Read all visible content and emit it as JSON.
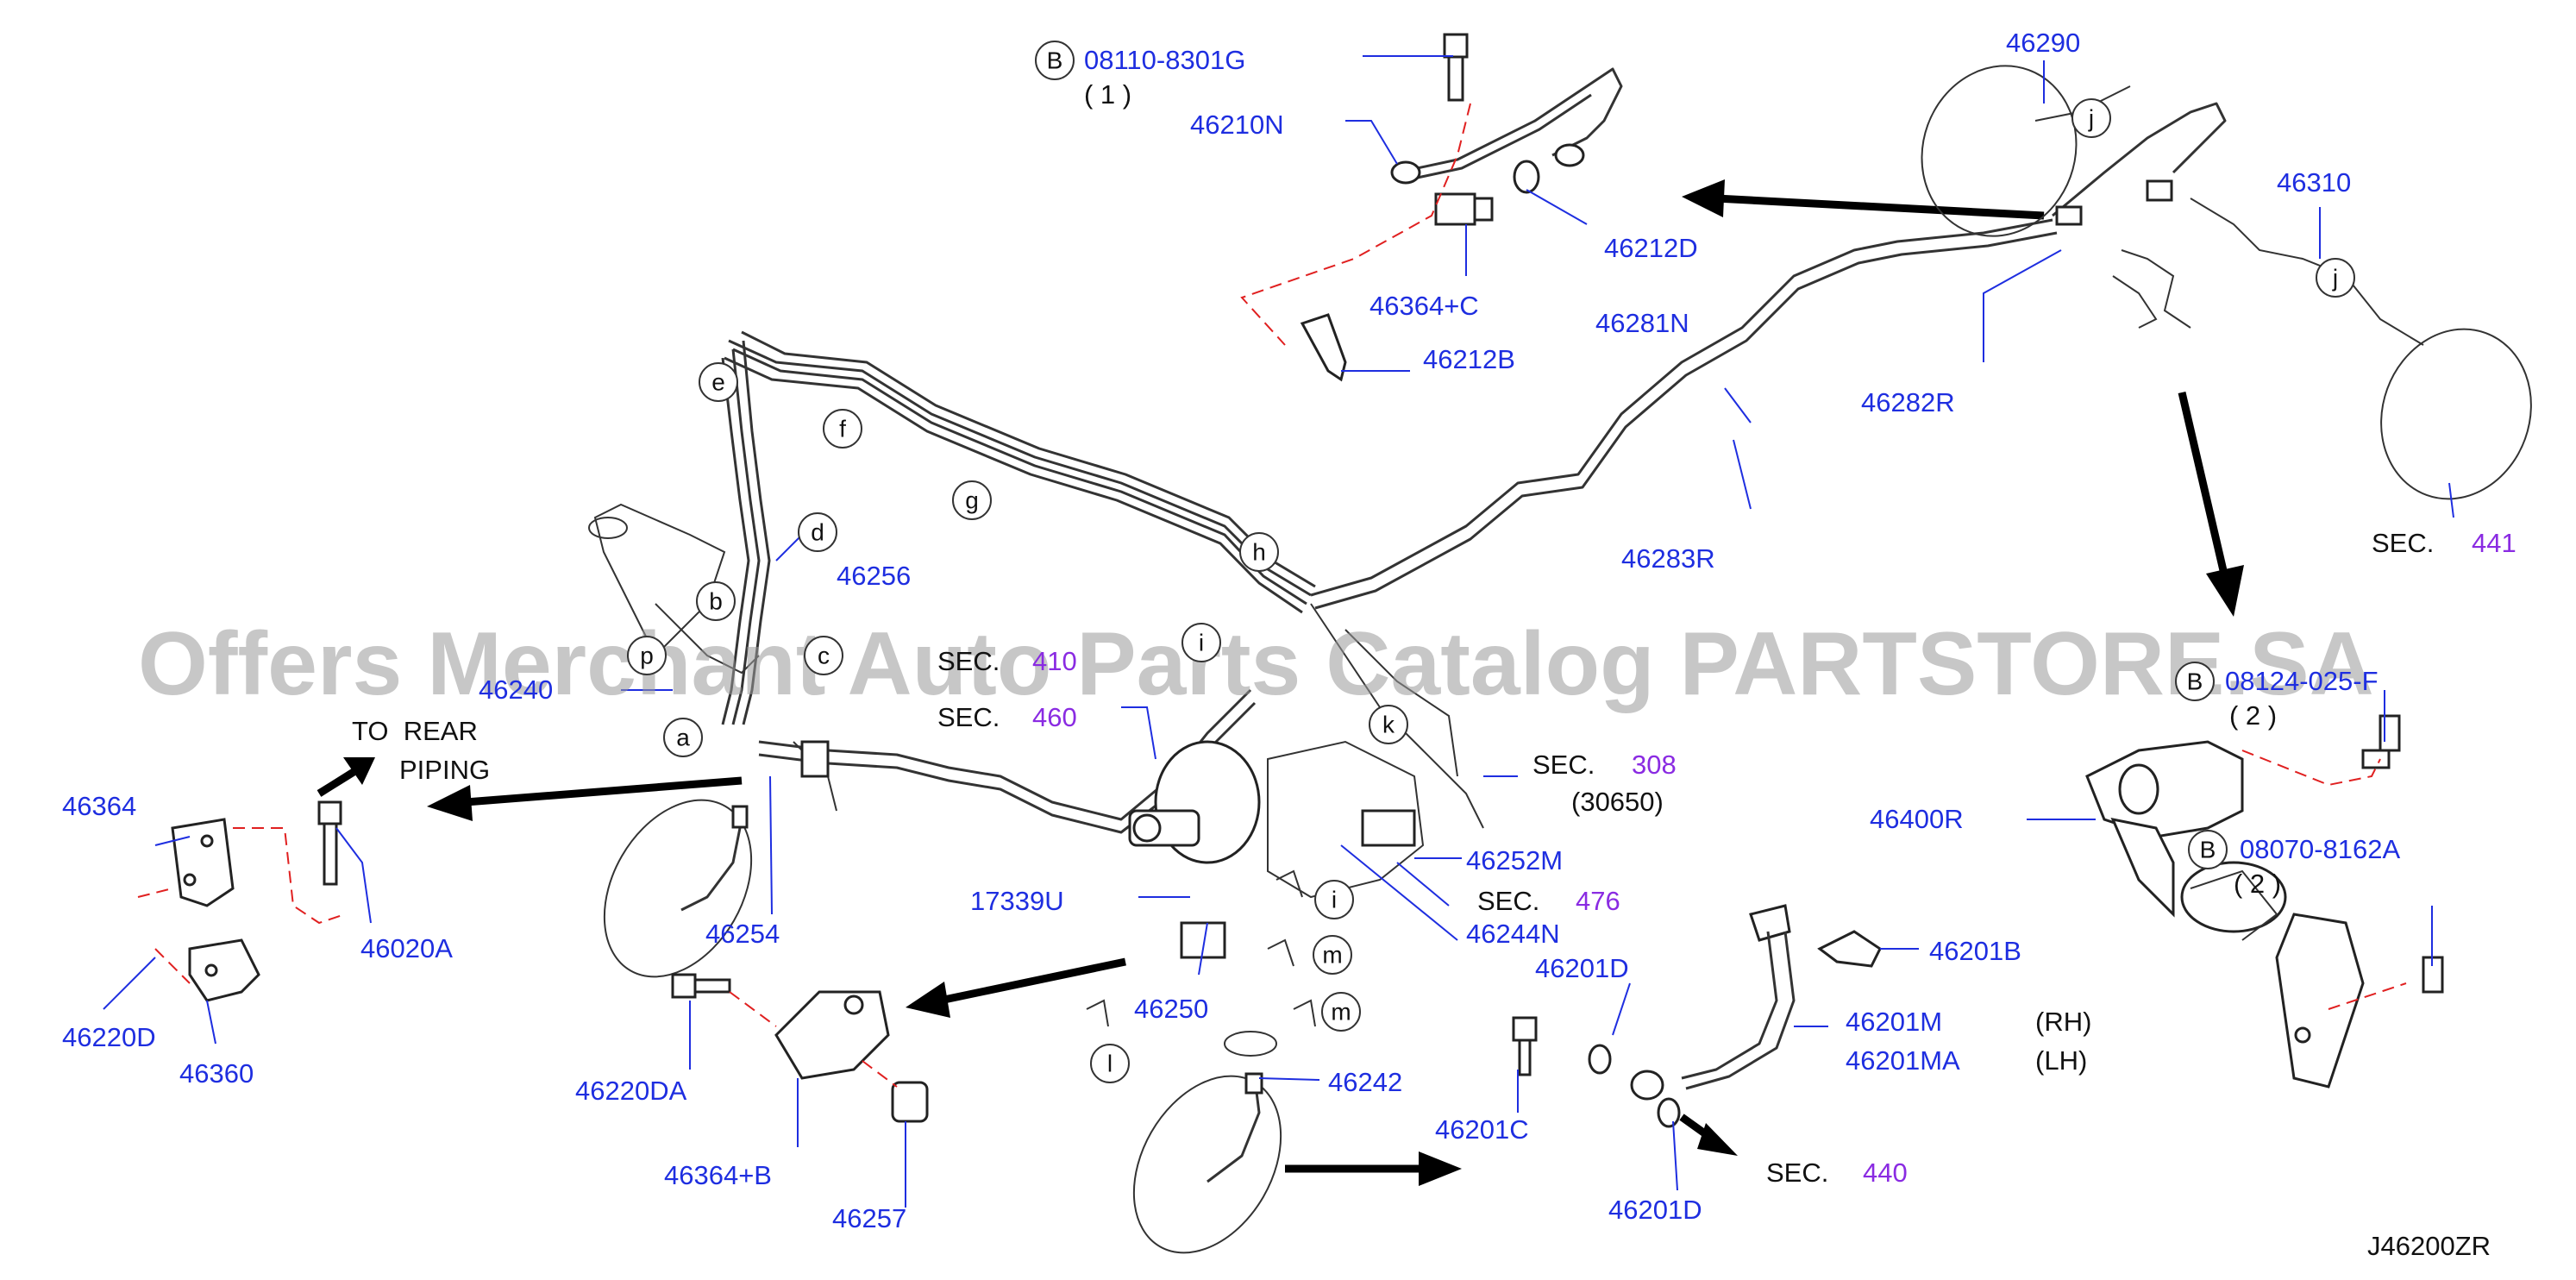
{
  "watermark": "Offers Merchant Auto Parts Catalog PARTSTORE.SA",
  "diagram_code": "J46200ZR",
  "circled": {
    "B": "B",
    "a": "a",
    "b": "b",
    "c": "c",
    "d": "d",
    "e": "e",
    "f": "f",
    "g": "g",
    "h": "h",
    "i": "i",
    "j": "j",
    "k": "k",
    "l": "l",
    "m": "m",
    "p": "p"
  },
  "bolt_refs": {
    "b1_num": "08110-8301G",
    "b1_qty": "( 1 )",
    "b2_num": "08124-025-F",
    "b2_qty": "( 2 )",
    "b3_num": "08070-8162A",
    "b3_qty": "( 2 )"
  },
  "sec": {
    "prefix": "SEC.",
    "s410": "410",
    "s460": "460",
    "s308": "308",
    "s308_sub": "(30650)",
    "s476": "476",
    "s440": "440",
    "s441": "441"
  },
  "parts": {
    "p46210N": "46210N",
    "p46212D": "46212D",
    "p46364C": "46364+C",
    "p46212B": "46212B",
    "p46290": "46290",
    "p46310": "46310",
    "p46281N": "46281N",
    "p46282R": "46282R",
    "p46283R": "46283R",
    "p46256": "46256",
    "p46240": "46240",
    "p46364": "46364",
    "p46020A": "46020A",
    "p46220D": "46220D",
    "p46360": "46360",
    "p46254": "46254",
    "p17339U": "17339U",
    "p46252M": "46252M",
    "p46244N": "46244N",
    "p46250": "46250",
    "p46220DA": "46220DA",
    "p46364B": "46364+B",
    "p46257": "46257",
    "p46242": "46242",
    "p46201D_a": "46201D",
    "p46201C": "46201C",
    "p46201D_b": "46201D",
    "p46201B": "46201B",
    "p46201M": "46201M",
    "p46201MA": "46201MA",
    "p46400R": "46400R"
  },
  "side": {
    "rh": "(RH)",
    "lh": "(LH)"
  },
  "to_rear": {
    "line1": "TO  REAR",
    "line2": "PIPING"
  }
}
